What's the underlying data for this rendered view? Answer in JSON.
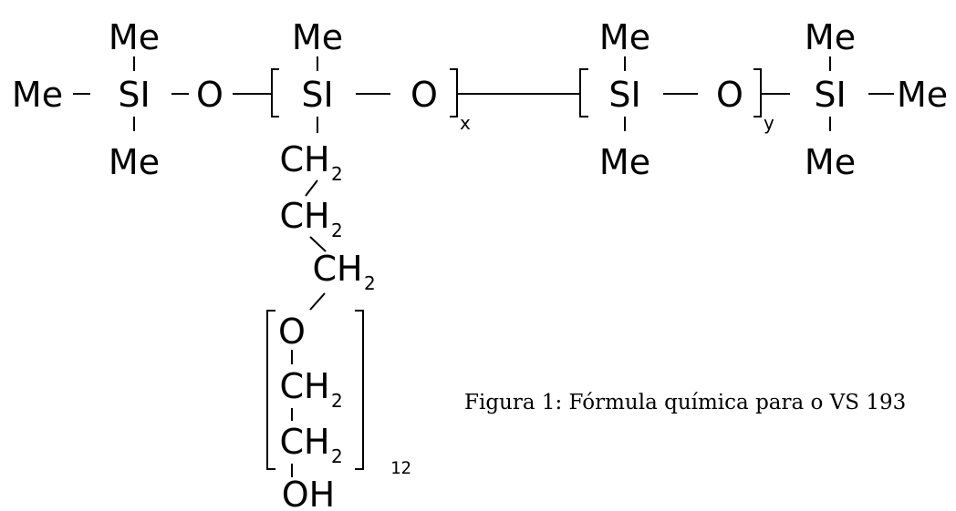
{
  "molecule": {
    "methyl": "Me",
    "silicon": "SI",
    "oxygen": "O",
    "carbon_h": "CH",
    "h2_subscript": "2",
    "hydroxyl": "OH"
  },
  "repeat_subscripts": {
    "x": "x",
    "y": "y",
    "n": "12"
  },
  "caption": "Figura 1: Fórmula química para o VS 193"
}
